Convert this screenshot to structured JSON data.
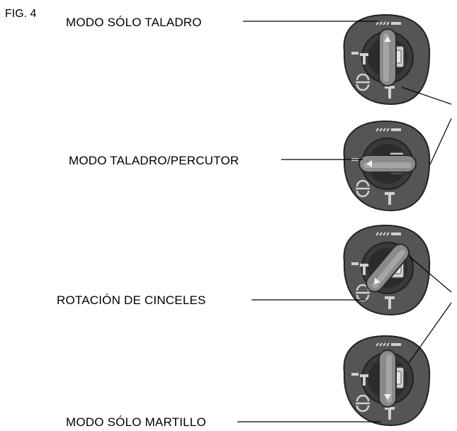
{
  "figure": {
    "label": "FIG. 4"
  },
  "modes": [
    {
      "id": "drill-only",
      "label": "MODO SÓLO TALADRO"
    },
    {
      "id": "hammer-drill",
      "label": "MODO TALADRO/PERCUTOR"
    },
    {
      "id": "chisel-rotation",
      "label": "ROTACIÓN DE CINCELES"
    },
    {
      "id": "hammer-only",
      "label": "MODO SÓLO MARTILLO"
    }
  ]
}
